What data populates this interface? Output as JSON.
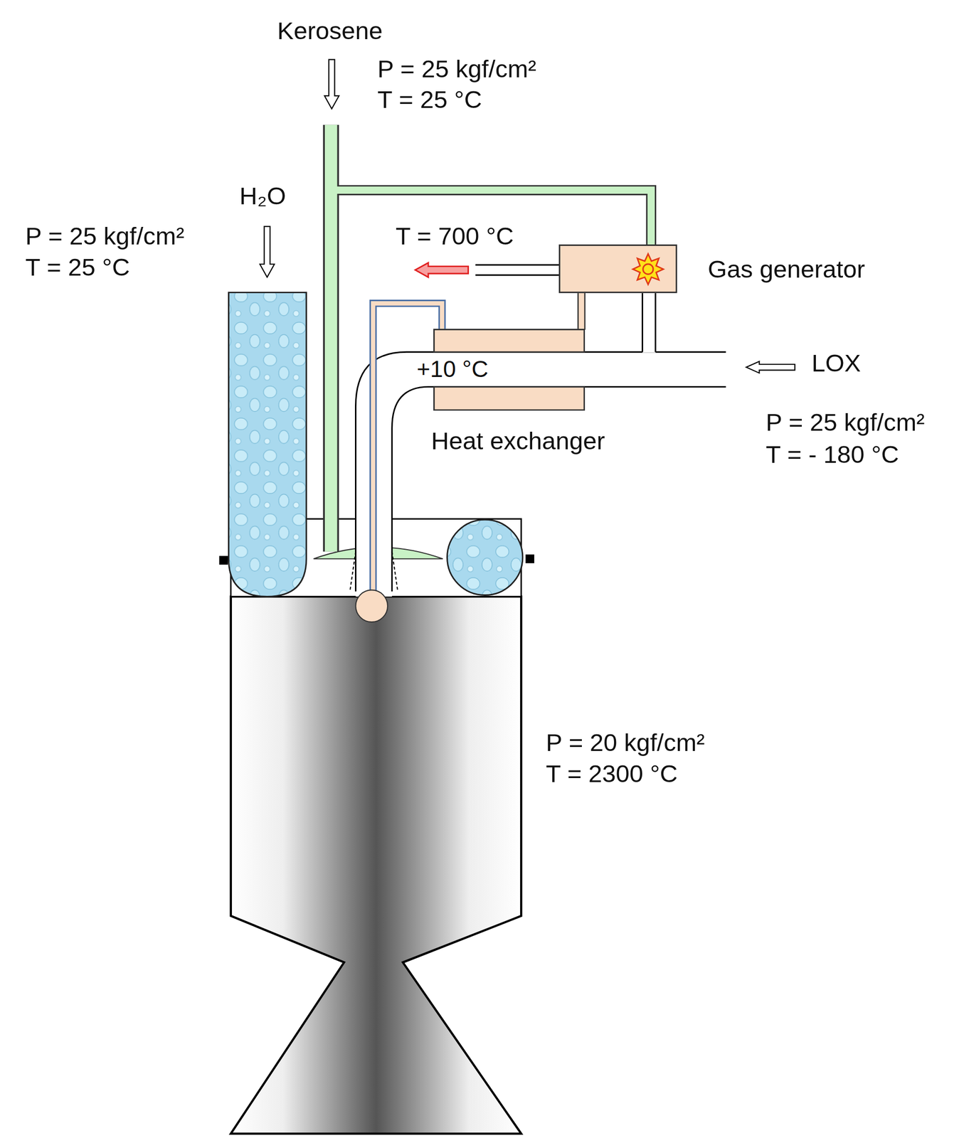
{
  "diagram": {
    "nodes": [
      {
        "text": [
          "Gas generator"
        ]
      },
      {
        "text": [
          "Heat exchanger"
        ]
      }
    ],
    "edges": [
      {
        "from": 0,
        "to": 1,
        "arrow": "none"
      }
    ],
    "labels": [
      "Kerosene",
      "P = 25 kgf/cm²",
      "T = 25 °C",
      "H₂O",
      "P = 25 kgf/cm²",
      "T = 25 °C",
      "T = 700 °C",
      "+10 °C",
      "LOX",
      "P = 25 kgf/cm²",
      "T = - 180 °C",
      "P = 20 kgf/cm²",
      "T = 2300 °C"
    ]
  }
}
